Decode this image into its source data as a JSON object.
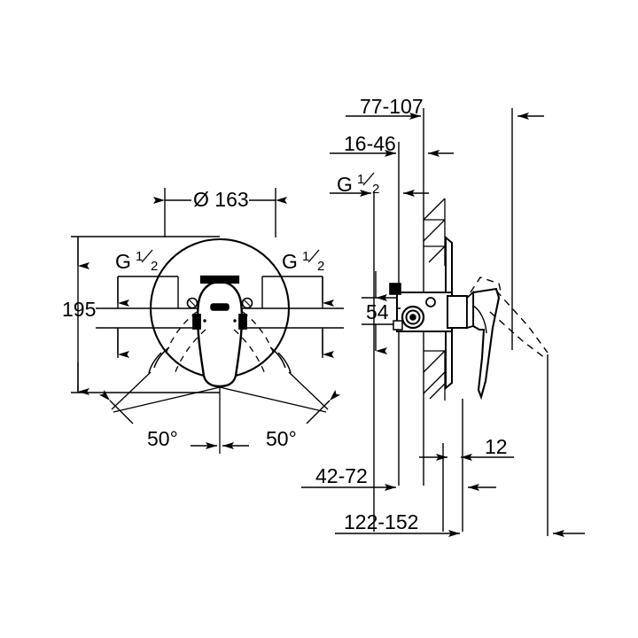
{
  "drawing": {
    "title": "Concealed single-lever shower mixer – dimensional drawing",
    "type": "technical-dimension-drawing",
    "background_color": "#ffffff",
    "line_color": "#000000",
    "views": [
      {
        "name": "front-view",
        "description": "Round escutcheon plate with single lever handle"
      },
      {
        "name": "side-view",
        "description": "Section through wall with concealed body and lever"
      }
    ],
    "front_view": {
      "diameter_label": "Ø 163",
      "height_label": "195",
      "thread_label_left": {
        "letter": "G",
        "numerator": "1",
        "denominator": "2"
      },
      "thread_label_right": {
        "letter": "G",
        "numerator": "1",
        "denominator": "2"
      },
      "angle_label_left": "50°",
      "angle_label_right": "50°"
    },
    "side_view": {
      "dim_77_107": "77-107",
      "dim_16_46": "16-46",
      "thread_label": {
        "letter": "G",
        "numerator": "1",
        "denominator": "2"
      },
      "dim_54": "54",
      "dim_12": "12",
      "dim_42_72": "42-72",
      "dim_122_152": "122-152"
    }
  }
}
